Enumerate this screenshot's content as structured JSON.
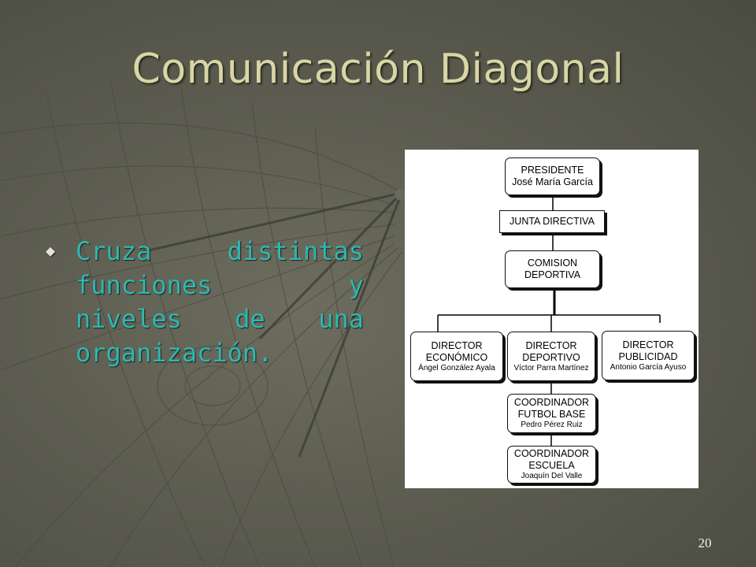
{
  "slide": {
    "title": "Comunicación Diagonal",
    "bullet_text": "Cruza distintas funciones y niveles de una organización.",
    "bullet_icon": "diamond-bullet-icon",
    "page_number": "20"
  },
  "colors": {
    "title": "#d8d6a4",
    "bullet_text": "#2fb7b2",
    "background": "#5c5d50"
  },
  "org_chart": {
    "president": {
      "title": "PRESIDENTE",
      "name": "José María García"
    },
    "board": {
      "title": "JUNTA DIRECTIVA"
    },
    "commission": {
      "title_line1": "COMISION",
      "title_line2": "DEPORTIVA"
    },
    "director_economic": {
      "title_line1": "DIRECTOR",
      "title_line2": "ECONÓMICO",
      "name": "Ángel González Ayala"
    },
    "director_sports": {
      "title_line1": "DIRECTOR",
      "title_line2": "DEPORTIVO",
      "name": "Víctor Parra Martínez"
    },
    "director_advertising": {
      "title_line1": "DIRECTOR",
      "title_line2": "PUBLICIDAD",
      "name": "Antonio García Ayuso"
    },
    "coord_football": {
      "title_line1": "COORDINADOR",
      "title_line2": "FUTBOL BASE",
      "name": "Pedro Pérez Ruiz"
    },
    "coord_school": {
      "title_line1": "COORDINADOR",
      "title_line2": "ESCUELA",
      "name": "Joaquín Del Valle"
    }
  }
}
